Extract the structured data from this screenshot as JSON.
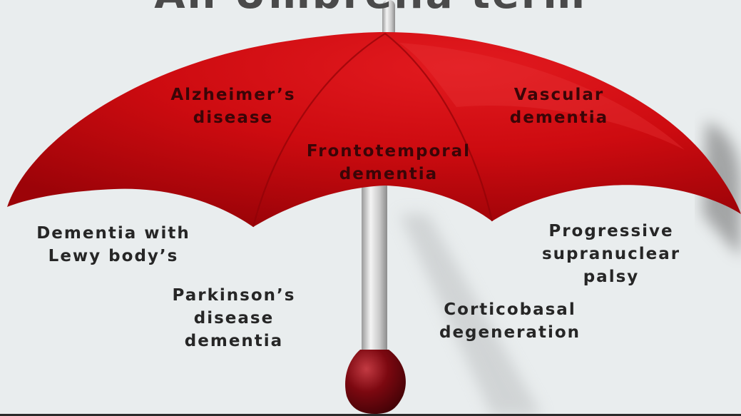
{
  "title": "An Umbrella term",
  "umbrella_labels": [
    {
      "lines": [
        "Alzheimer’s",
        "disease"
      ]
    },
    {
      "lines": [
        "Vascular",
        "dementia"
      ]
    },
    {
      "lines": [
        "Frontotemporal",
        "dementia"
      ]
    }
  ],
  "outside_labels": [
    {
      "lines": [
        "Dementia with",
        "Lewy body’s"
      ]
    },
    {
      "lines": [
        "Parkinson’s",
        "disease",
        "dementia"
      ]
    },
    {
      "lines": [
        "Progressive",
        "supranuclear",
        "palsy"
      ]
    },
    {
      "lines": [
        "Corticobasal",
        "degeneration"
      ]
    }
  ],
  "colors": {
    "canopy": "#cc0a0f",
    "canopy_dark": "#8a0206",
    "handle": "#7a0a10",
    "shaft": "#c8c8c8",
    "background": "#e9edee"
  }
}
